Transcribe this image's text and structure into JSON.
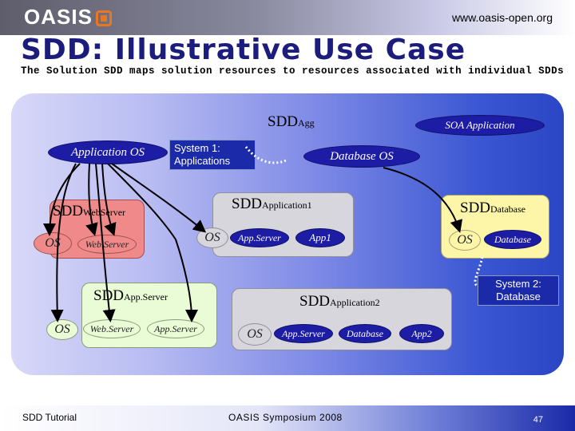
{
  "header": {
    "logo_text": "OASIS",
    "url": "www.oasis-open.org",
    "title": "SDD: Illustrative Use Case",
    "subtitle": "The Solution SDD maps solution resources to resources associated with individual SDDs"
  },
  "diagram": {
    "sdd_agg": {
      "main": "SDD",
      "sub": "Agg"
    },
    "soa_application": "SOA Application",
    "application_os": "Application OS",
    "database_os": "Database OS",
    "system1": "System 1: Applications",
    "system2": "System 2: Database",
    "sdd_webserver": {
      "main": "SDD",
      "sub": "WebServer",
      "os": "OS",
      "webserver": "Web.Server"
    },
    "sdd_application1": {
      "main": "SDD",
      "sub": "Application1",
      "os": "OS",
      "appserver": "App.Server",
      "app1": "App1"
    },
    "sdd_database": {
      "main": "SDD",
      "sub": "Database",
      "os": "OS",
      "database": "Database"
    },
    "sdd_appserver": {
      "main": "SDD",
      "sub": "App.Server",
      "os": "OS",
      "webserver": "Web.Server",
      "appserver": "App.Server"
    },
    "sdd_application2": {
      "main": "SDD",
      "sub": "Application2",
      "os": "OS",
      "appserver": "App.Server",
      "database": "Database",
      "app2": "App2"
    }
  },
  "footer": {
    "left": "SDD Tutorial",
    "center": "OASIS Symposium 2008",
    "page": "47"
  },
  "colors": {
    "title": "#1c1c7c",
    "accent": "#e87722",
    "navy": "#1c1ca4"
  }
}
